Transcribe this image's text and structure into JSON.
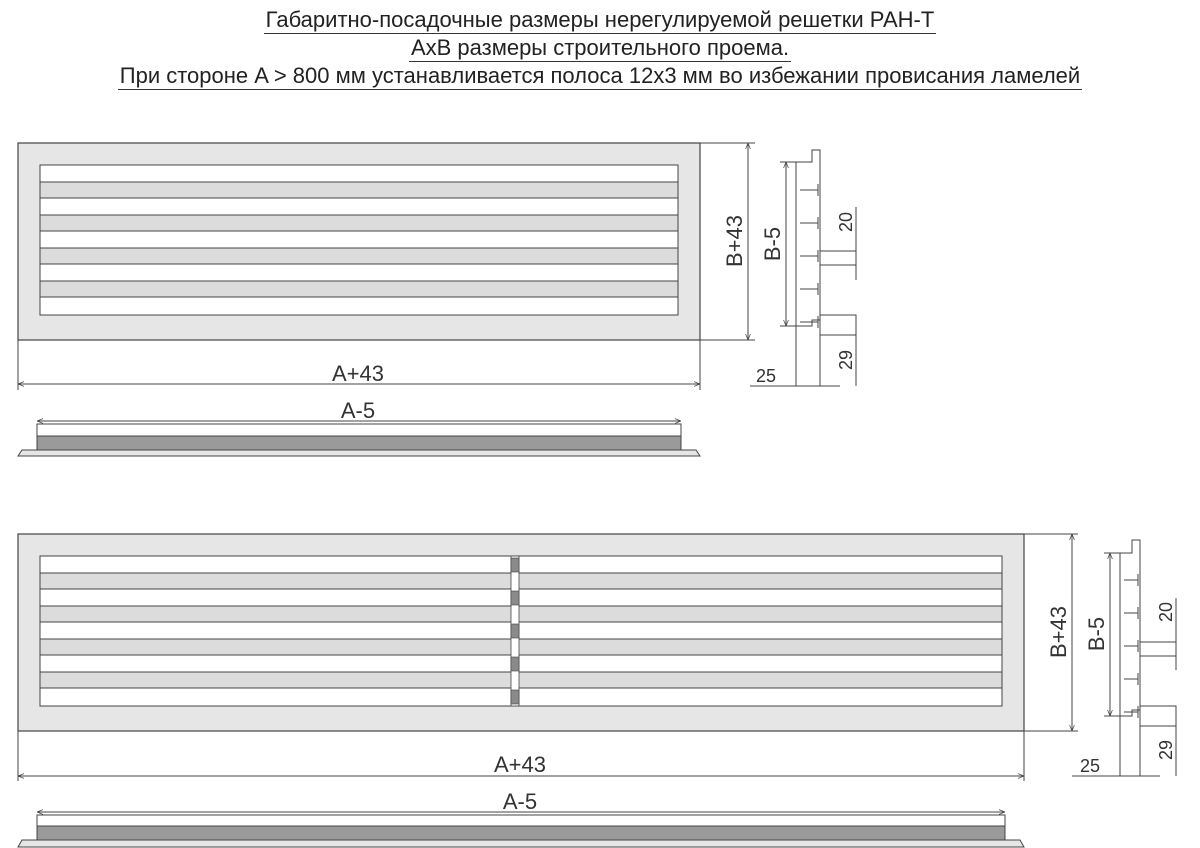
{
  "header": {
    "line1": "Габаритно-посадочные размеры нерегулируемой решетки РАН-Т",
    "line2": "AxB размеры строительного проема.",
    "line3": "При стороне A > 800 мм устанавливается полоса 12x3 мм во избежании провисания ламелей"
  },
  "small_grille": {
    "width_label": "A+43",
    "height_label": "B+43",
    "bottom_label": "A-5",
    "profile": {
      "height_label": "B-5",
      "lamella_label": "20",
      "frame_label": "29",
      "depth_label": "25"
    }
  },
  "large_grille": {
    "width_label": "A+43",
    "height_label": "B+43",
    "bottom_label": "A-5",
    "profile": {
      "height_label": "B-5",
      "lamella_label": "20",
      "frame_label": "29",
      "depth_label": "25"
    }
  },
  "colors": {
    "frame": "#e6e6e6",
    "slat": "#dcdcdc",
    "line": "#444444",
    "strip": "#8a8a8a"
  }
}
